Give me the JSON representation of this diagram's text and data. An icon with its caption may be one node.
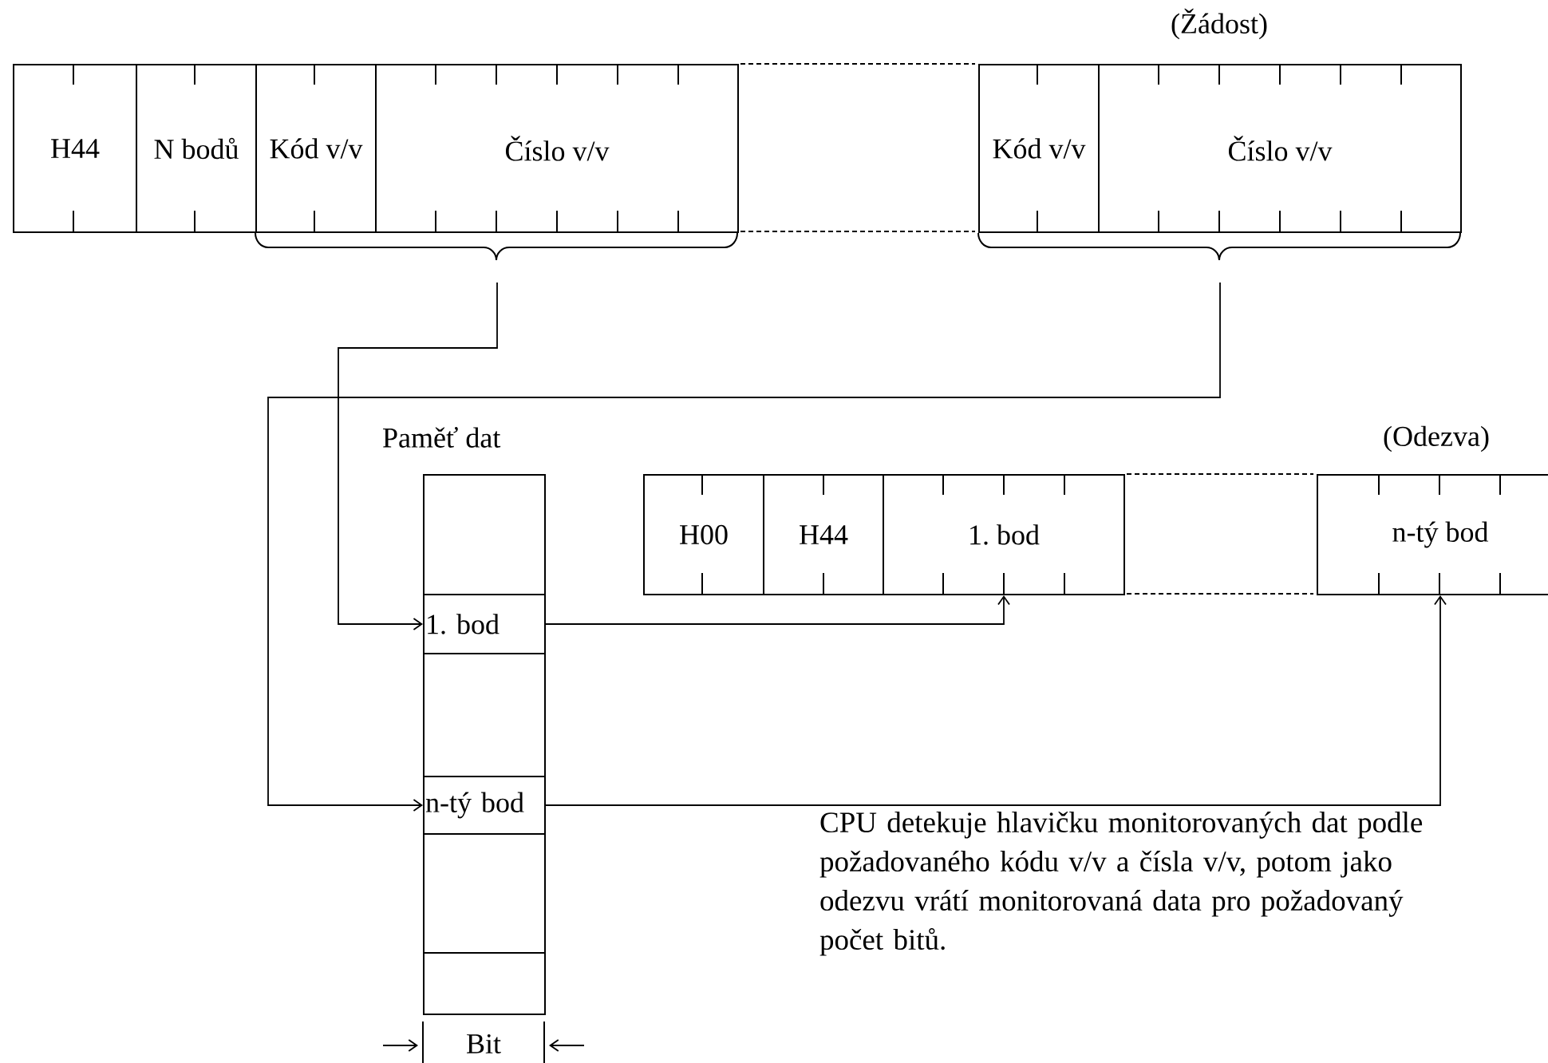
{
  "diagram": {
    "nodes": [
      {
        "text": [
          "H44"
        ]
      },
      {
        "text": [
          "N bodů"
        ]
      },
      {
        "text": [
          "Kód v/v"
        ]
      },
      {
        "text": [
          "Číslo v/v"
        ]
      },
      {
        "text": [],
        "shape": "brace"
      },
      {
        "text": [
          "Kód v/v"
        ]
      },
      {
        "text": [
          "Číslo v/v"
        ]
      },
      {
        "text": [],
        "shape": "brace"
      },
      {
        "text": [
          "Paměť dat"
        ]
      },
      {
        "text": [
          "1. bod"
        ],
        "in": 8
      },
      {
        "text": [
          "n-tý bod"
        ],
        "in": 8
      },
      {
        "text": [
          "H00"
        ]
      },
      {
        "text": [
          "H44"
        ]
      },
      {
        "text": [
          "1. bod"
        ]
      },
      {
        "text": [
          "n-tý bod"
        ]
      }
    ],
    "edges": [
      {
        "from": 4,
        "to": 9,
        "arrow": "to"
      },
      {
        "from": 7,
        "to": 10,
        "arrow": "to"
      },
      {
        "from": 9,
        "to": 13,
        "arrow": "to"
      },
      {
        "from": 10,
        "to": 14,
        "arrow": "to"
      }
    ],
    "labels": [
      "(Žádost)",
      "(Odezva)",
      "CPU detekuje hlavičku monitorovaných dat podle požadovaného kódu v/v a čísla v/v, potom jako odezvu vrátí monitorovaná data pro požadovaný počet bitů.",
      "Bit"
    ]
  }
}
